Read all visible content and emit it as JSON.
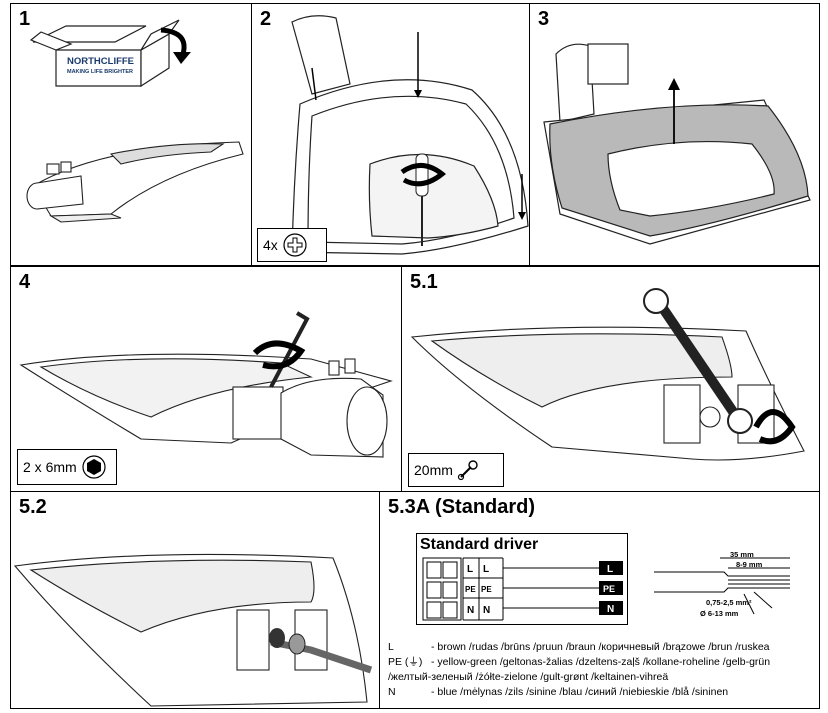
{
  "steps": {
    "s1": "1",
    "s2": "2",
    "s3": "3",
    "s4": "4",
    "s51": "5.1",
    "s52": "5.2",
    "s53": "5.3A (Standard)"
  },
  "box_brand": "NORTHCLIFFE",
  "box_tagline": "MAKING LIFE BRIGHTER",
  "badges": {
    "screws": "4x",
    "hex": "2 x 6mm",
    "wrench": "20mm"
  },
  "driver": {
    "title": "Standard driver",
    "terminals_left": [
      "L",
      "PE",
      "N"
    ],
    "terminals_right": [
      "L",
      "PE",
      "N"
    ],
    "wires": [
      "L",
      "PE",
      "N"
    ]
  },
  "cable_dims": {
    "total": "35 mm",
    "strip": "8-9 mm",
    "section": "0,75-2,5 mm²",
    "diameter": "Ø 6-13 mm"
  },
  "legend": [
    {
      "key": "L",
      "text": "- brown /rudas /brūns /pruun /braun /коричневый /brązowe /brun /ruskea"
    },
    {
      "key": "PE (⏚)",
      "text": "- yellow-green /geltonas-žalias /dzeltens-zaļš /kollane-roheline /gelb-grün"
    },
    {
      "key": "",
      "text": "/желтый-зеленый /żółte-zielone /gult-grønt /keltainen-vihreä"
    },
    {
      "key": "N",
      "text": "- blue /mėlynas /zils /sinine /blau /синий /niebieskie /blå /sininen"
    }
  ],
  "colors": {
    "panel_border": "#000000",
    "shade": "#b9b9b9",
    "ink": "#222222"
  },
  "icons": [
    "arrow-curved-icon",
    "phillips-screw-icon",
    "hex-key-icon",
    "wrench-icon",
    "arrow-up-icon",
    "rotate-arrow-icon"
  ]
}
